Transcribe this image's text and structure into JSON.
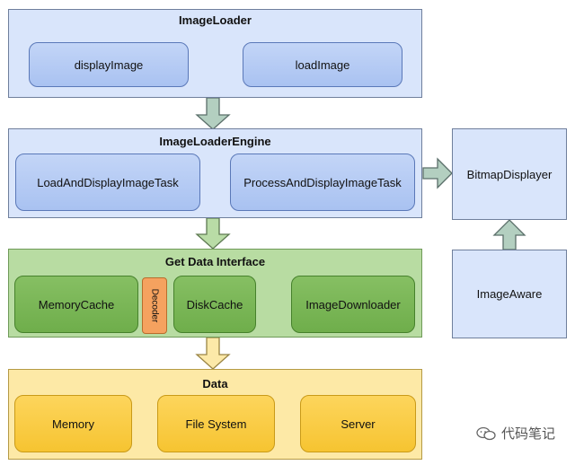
{
  "imageloader": {
    "title": "ImageLoader",
    "display_image": "displayImage",
    "load_image": "loadImage"
  },
  "engine": {
    "title": "ImageLoaderEngine",
    "task_load_display": "LoadAndDisplayImageTask",
    "task_process_display": "ProcessAndDisplayImageTask"
  },
  "get_data": {
    "title": "Get Data Interface",
    "memory_cache": "MemoryCache",
    "decoder": "Decoder",
    "disk_cache": "DiskCache",
    "image_downloader": "ImageDownloader"
  },
  "data": {
    "title": "Data",
    "memory": "Memory",
    "file_system": "File System",
    "server": "Server"
  },
  "side": {
    "bitmap_displayer": "BitmapDisplayer",
    "image_aware": "ImageAware"
  },
  "watermark": {
    "text": "代码笔记"
  },
  "colors": {
    "blue_panel": "#d9e5fb",
    "green_panel": "#b8dca2",
    "yellow_panel": "#fde9a6",
    "arrow_blue_green": "#b7d3b5",
    "arrow_yellow": "#fbe7a3",
    "arrow_small": "#c99a18"
  }
}
